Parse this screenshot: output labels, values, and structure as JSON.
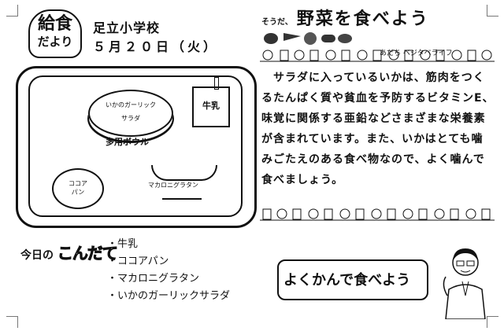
{
  "header": {
    "logo_line1": "給食",
    "logo_line2": "だより",
    "school": "足立小学校",
    "date": "５月２０日（火）"
  },
  "tray": {
    "bowl_line1": "いかのガーリック",
    "bowl_line2": "サラダ",
    "bowl_label": "多用ボウル",
    "milk_label": "牛乳",
    "plate_line1": "ココア",
    "plate_line2": "パン",
    "gratin_label": "マカロニグラタン"
  },
  "menu": {
    "title_prefix": "今日の",
    "title_main": "こんだて",
    "items": [
      "・牛乳",
      "・ココアパン",
      "・マカロニグラタン",
      "・いかのガーリックサラダ"
    ]
  },
  "right": {
    "top_small": "そうだ、",
    "top_main": "野菜を食べよう",
    "top_sub": "あだち ベジタベライフ",
    "article": "　サラダに入っているいかは、筋肉をつくるたんぱく質や貧血を予防するビタミンE、味覚に関係する亜鉛などさまざまな栄養素が含まれています。また、いかはとても噛みごたえのある食べ物なので、よく噛んで食べましょう。",
    "slogan": "よくかんで食べよう"
  }
}
